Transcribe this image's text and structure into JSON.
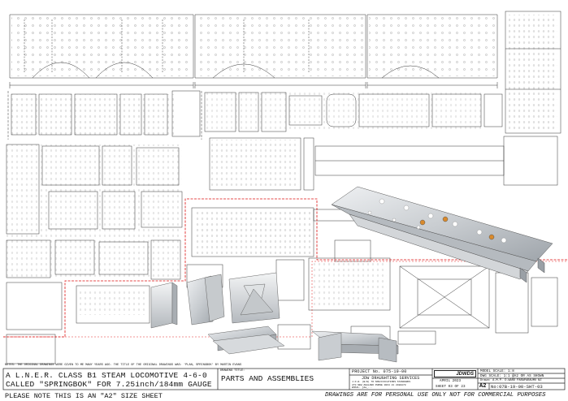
{
  "notes_line": "NOTES: THE ORIGINAL DRAWINGS WERE GIVEN TO ME MANY YEARS AGO. THE TITLE OF THE ORIGINAL DRAWINGS WAS: 'PLAN, SPRINGBOK' BY MARTIN EVANS",
  "title_block": {
    "project_title_line1": "A L.N.E.R. CLASS B1 STEAM LOCOMOTIVE 4-6-0",
    "project_title_line2": "CALLED \"SPRINGBOK\" FOR 7.25inch/184mm GAUGE",
    "drawing_title": "PARTS AND ASSEMBLIES",
    "drawing_title_label": "DRAWING TITLE:",
    "project_no": "PROJECT No. 075-19-00",
    "company": "JDW DRAUGHTING SERVICES",
    "company_lines": [
      "J.D.W. (B/W) TO SPECIFICATIONS STANDARDS",
      "270 NEW ZEALAND PHONE 0064 21 2088878",
      "EMAIL: jdw_..."
    ],
    "date": "APRIL 2023",
    "sheet": "SHEET 03 OF 23",
    "logo_text": "JDWDS",
    "model_scale": "MODEL SCALE: 1:8",
    "dwg_scale": "DWG SCALE: 1:1 @A2 OR AS SHOWN",
    "drawn_by": "Drawn: A.M.P. D.WARD PARAPARAUMU NZ",
    "size": "A2",
    "dwg_no": "No:07B-19-00-SHT-03"
  },
  "footer": {
    "left": "PLEASE NOTE THIS IS AN \"A2\" SIZE SHEET",
    "right": "DRAWINGS ARE FOR PERSONAL USE ONLY NOT FOR COMMERCIAL PURPOSES"
  }
}
